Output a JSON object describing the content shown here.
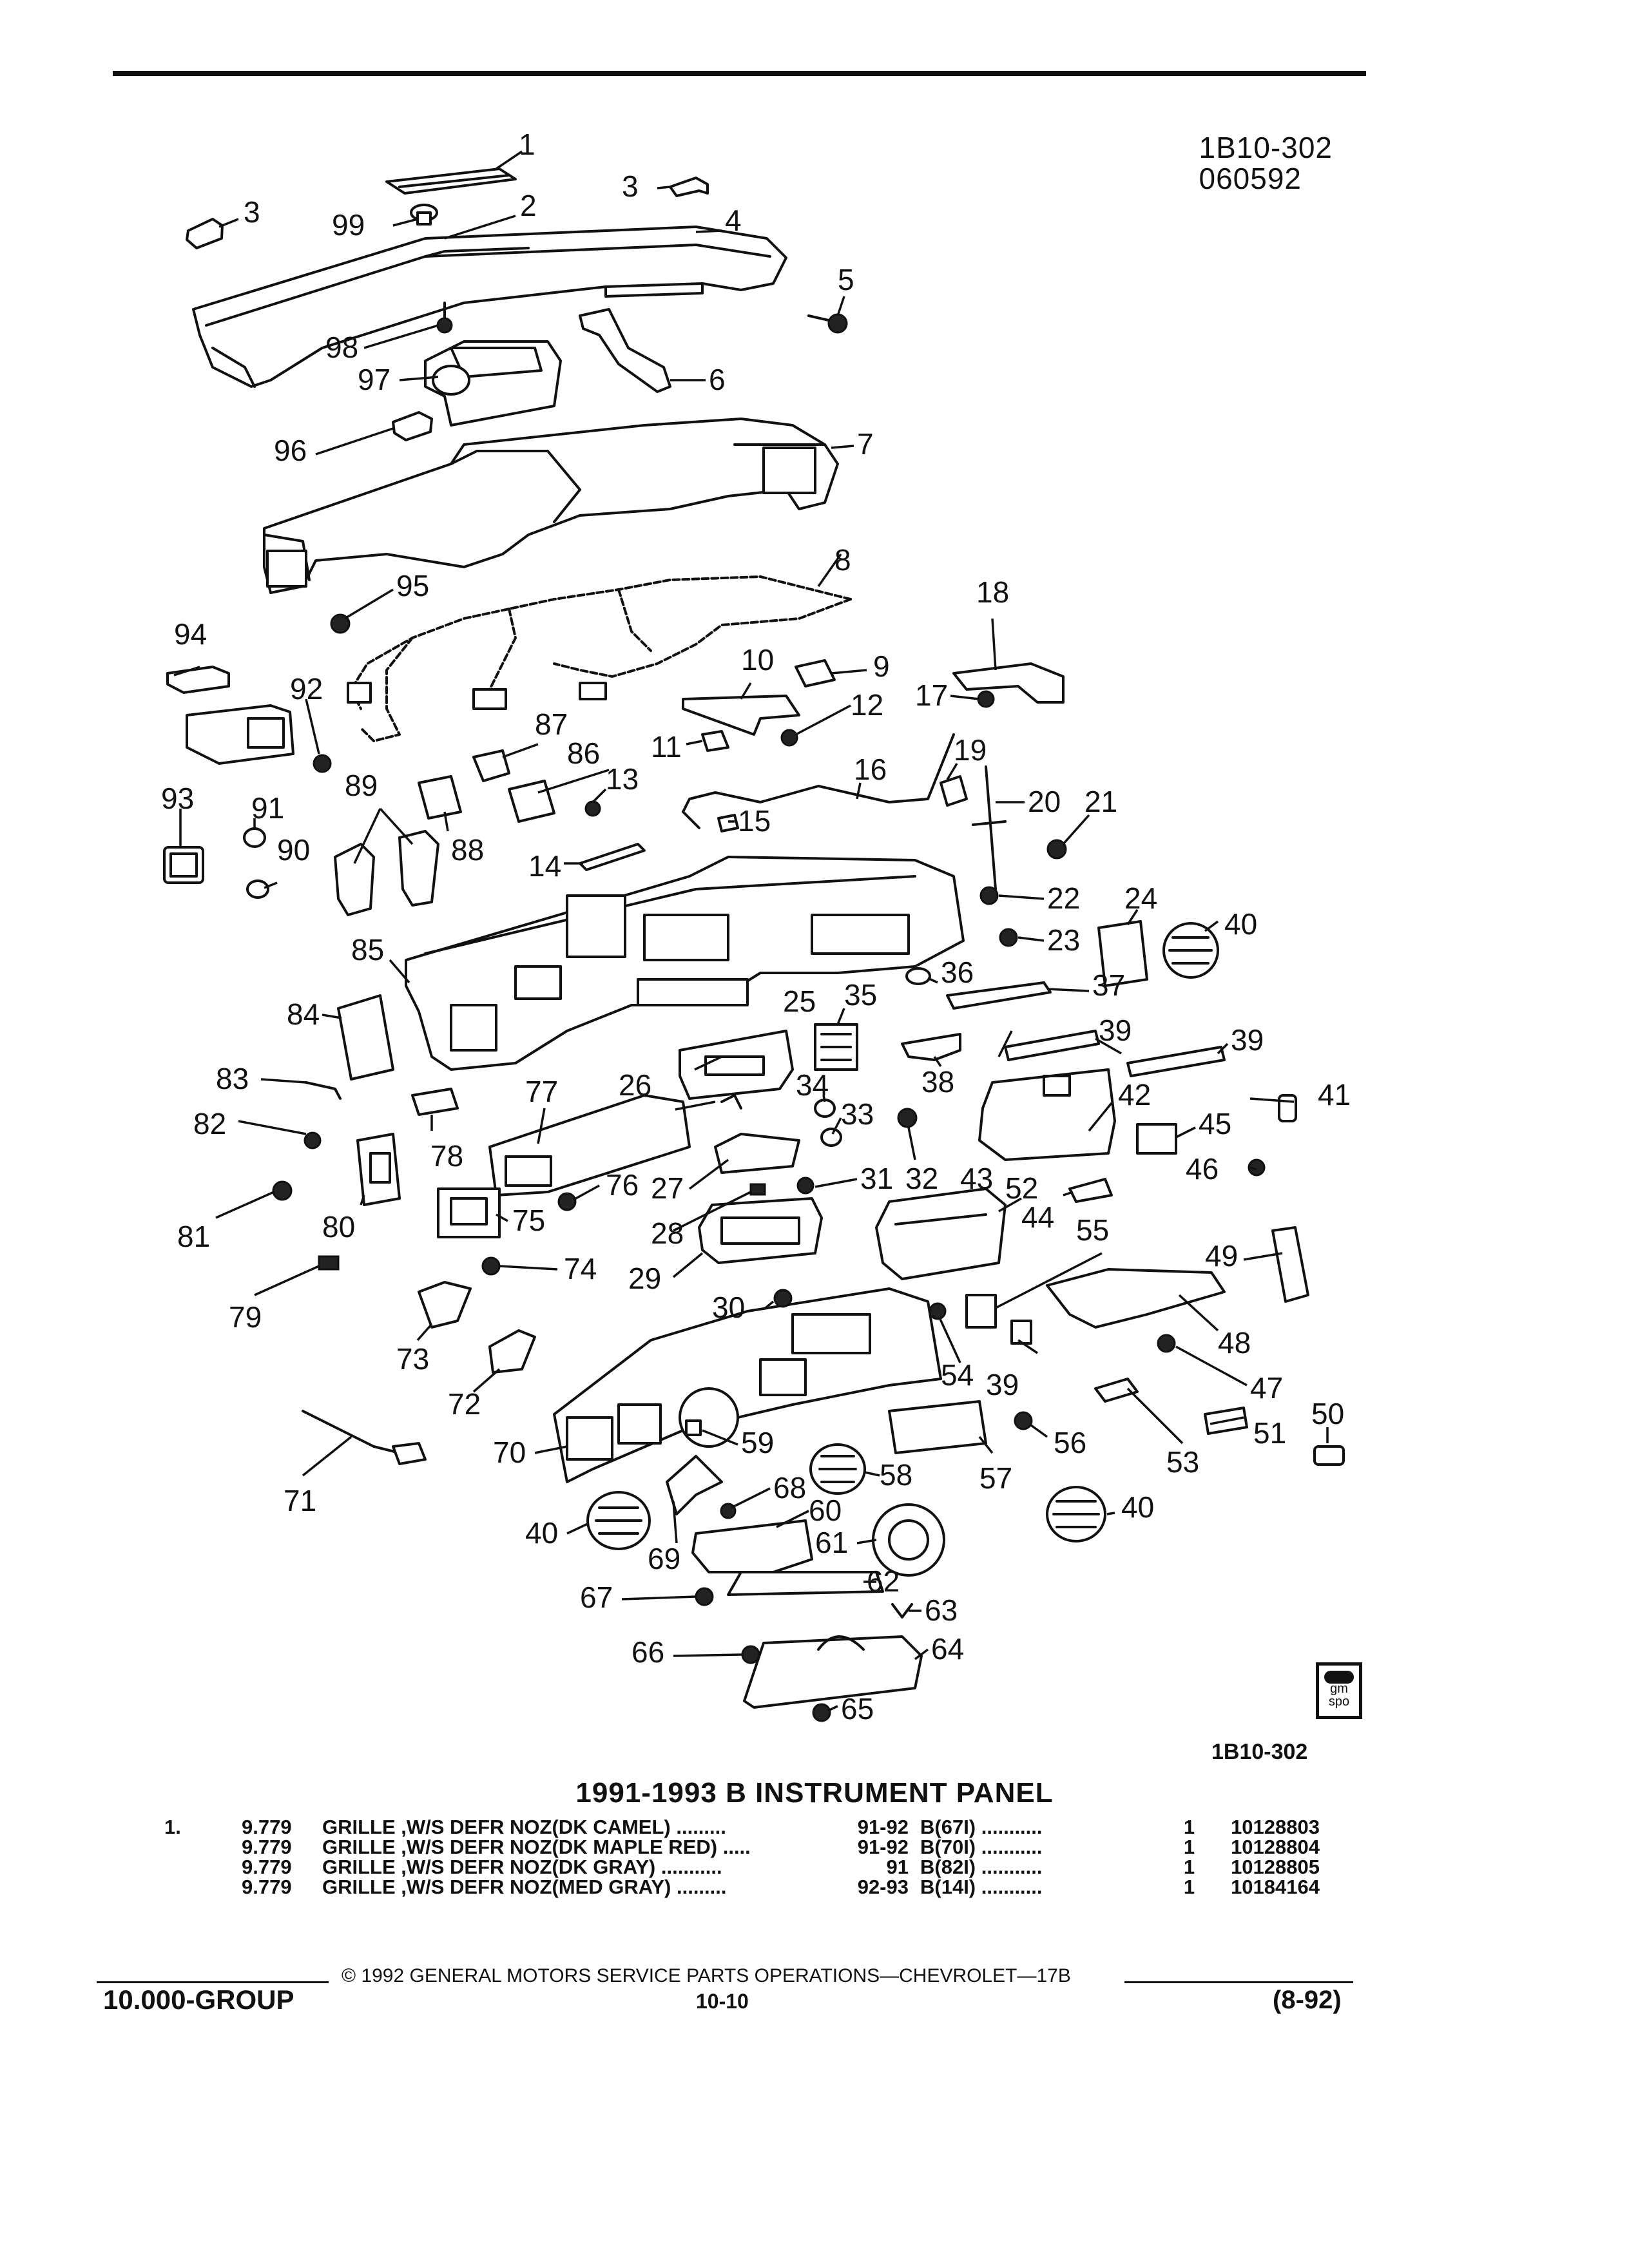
{
  "header": {
    "ref_code": "1B10-302",
    "ref_date": "060592"
  },
  "diagram": {
    "callouts": [
      "1",
      "2",
      "3",
      "4",
      "5",
      "6",
      "7",
      "8",
      "9",
      "10",
      "11",
      "12",
      "13",
      "14",
      "15",
      "16",
      "17",
      "18",
      "19",
      "20",
      "21",
      "22",
      "23",
      "24",
      "25",
      "26",
      "27",
      "28",
      "29",
      "30",
      "31",
      "32",
      "33",
      "34",
      "35",
      "36",
      "37",
      "38",
      "39",
      "40",
      "41",
      "42",
      "43",
      "44",
      "45",
      "46",
      "47",
      "48",
      "49",
      "50",
      "51",
      "52",
      "53",
      "54",
      "55",
      "56",
      "57",
      "58",
      "59",
      "60",
      "61",
      "62",
      "63",
      "64",
      "65",
      "66",
      "67",
      "68",
      "69",
      "70",
      "71",
      "72",
      "73",
      "74",
      "75",
      "76",
      "77",
      "78",
      "79",
      "80",
      "81",
      "82",
      "83",
      "84",
      "85",
      "86",
      "87",
      "88",
      "89",
      "90",
      "91",
      "92",
      "93",
      "94",
      "95",
      "96",
      "97",
      "98",
      "99"
    ],
    "emblem_text": "gm spo",
    "figure_code": "1B10-302"
  },
  "title": "1991-1993 B INSTRUMENT PANEL",
  "parts_list": [
    {
      "item": "1.",
      "group": "9.779",
      "description": "GRILLE ,W/S DEFR NOZ(DK CAMEL)",
      "leader": ".........",
      "years": "91-92",
      "option": "B(67I)",
      "option_leader": "...........",
      "qty": "1",
      "part_no": "10128803"
    },
    {
      "item": "",
      "group": "9.779",
      "description": "GRILLE ,W/S DEFR NOZ(DK MAPLE RED)",
      "leader": ".....",
      "years": "91-92",
      "option": "B(70I)",
      "option_leader": "...........",
      "qty": "1",
      "part_no": "10128804"
    },
    {
      "item": "",
      "group": "9.779",
      "description": "GRILLE ,W/S DEFR NOZ(DK GRAY)",
      "leader": "...........",
      "years": "91",
      "option": "B(82I)",
      "option_leader": "...........",
      "qty": "1",
      "part_no": "10128805"
    },
    {
      "item": "",
      "group": "9.779",
      "description": "GRILLE ,W/S DEFR NOZ(MED GRAY)",
      "leader": ".........",
      "years": "92-93",
      "option": "B(14I)",
      "option_leader": "...........",
      "qty": "1",
      "part_no": "10184164"
    }
  ],
  "footer": {
    "copyright": "© 1992 GENERAL MOTORS SERVICE PARTS OPERATIONS—CHEVROLET—17B",
    "group": "10.000-GROUP",
    "page": "10-10",
    "date_code": "(8-92)"
  }
}
